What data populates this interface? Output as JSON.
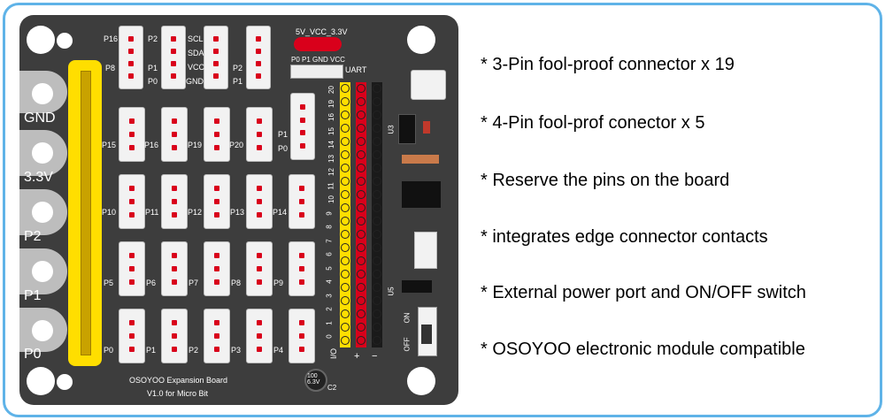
{
  "board": {
    "edge_labels": [
      "GND",
      "3.3V",
      "P2",
      "P1",
      "P0"
    ],
    "title": "OSOYOO Expansion Board",
    "subtitle": "V1.0 for Micro Bit",
    "power_header": "5V_VCC_3.3V",
    "uart_pins": "P0  P1 GND VCC",
    "uart": "UART",
    "row1": [
      "P16",
      "P8",
      "P2",
      "P1",
      "P0",
      "SCL",
      "SDA",
      "VCC",
      "GND",
      "P2",
      "P1"
    ],
    "row2": [
      "P15",
      "P16",
      "P19",
      "P20",
      "P1",
      "P0"
    ],
    "row3": [
      "P10",
      "P11",
      "P12",
      "P13",
      "P14"
    ],
    "row4": [
      "P5",
      "P6",
      "P7",
      "P8",
      "P9"
    ],
    "row5": [
      "P0",
      "P1",
      "P2",
      "P3",
      "P4"
    ],
    "header_numbers": [
      "20",
      "19",
      "16",
      "15",
      "14",
      "13",
      "12",
      "11",
      "10",
      "9",
      "8",
      "7",
      "6",
      "5",
      "4",
      "3",
      "2",
      "1",
      "0"
    ],
    "io": "I/O",
    "chips": [
      "U3",
      "U5"
    ],
    "cap": "C2",
    "cap_text": "100\n6.3V",
    "switch_on": "ON",
    "switch_off": "OFF"
  },
  "features": [
    "* 3-Pin fool-proof connector x 19",
    "* 4-Pin fool-prof conector x 5",
    "* Reserve the pins on the board",
    "* integrates edge connector contacts",
    "* External power port and ON/OFF switch",
    "* OSOYOO electronic module compatible"
  ]
}
